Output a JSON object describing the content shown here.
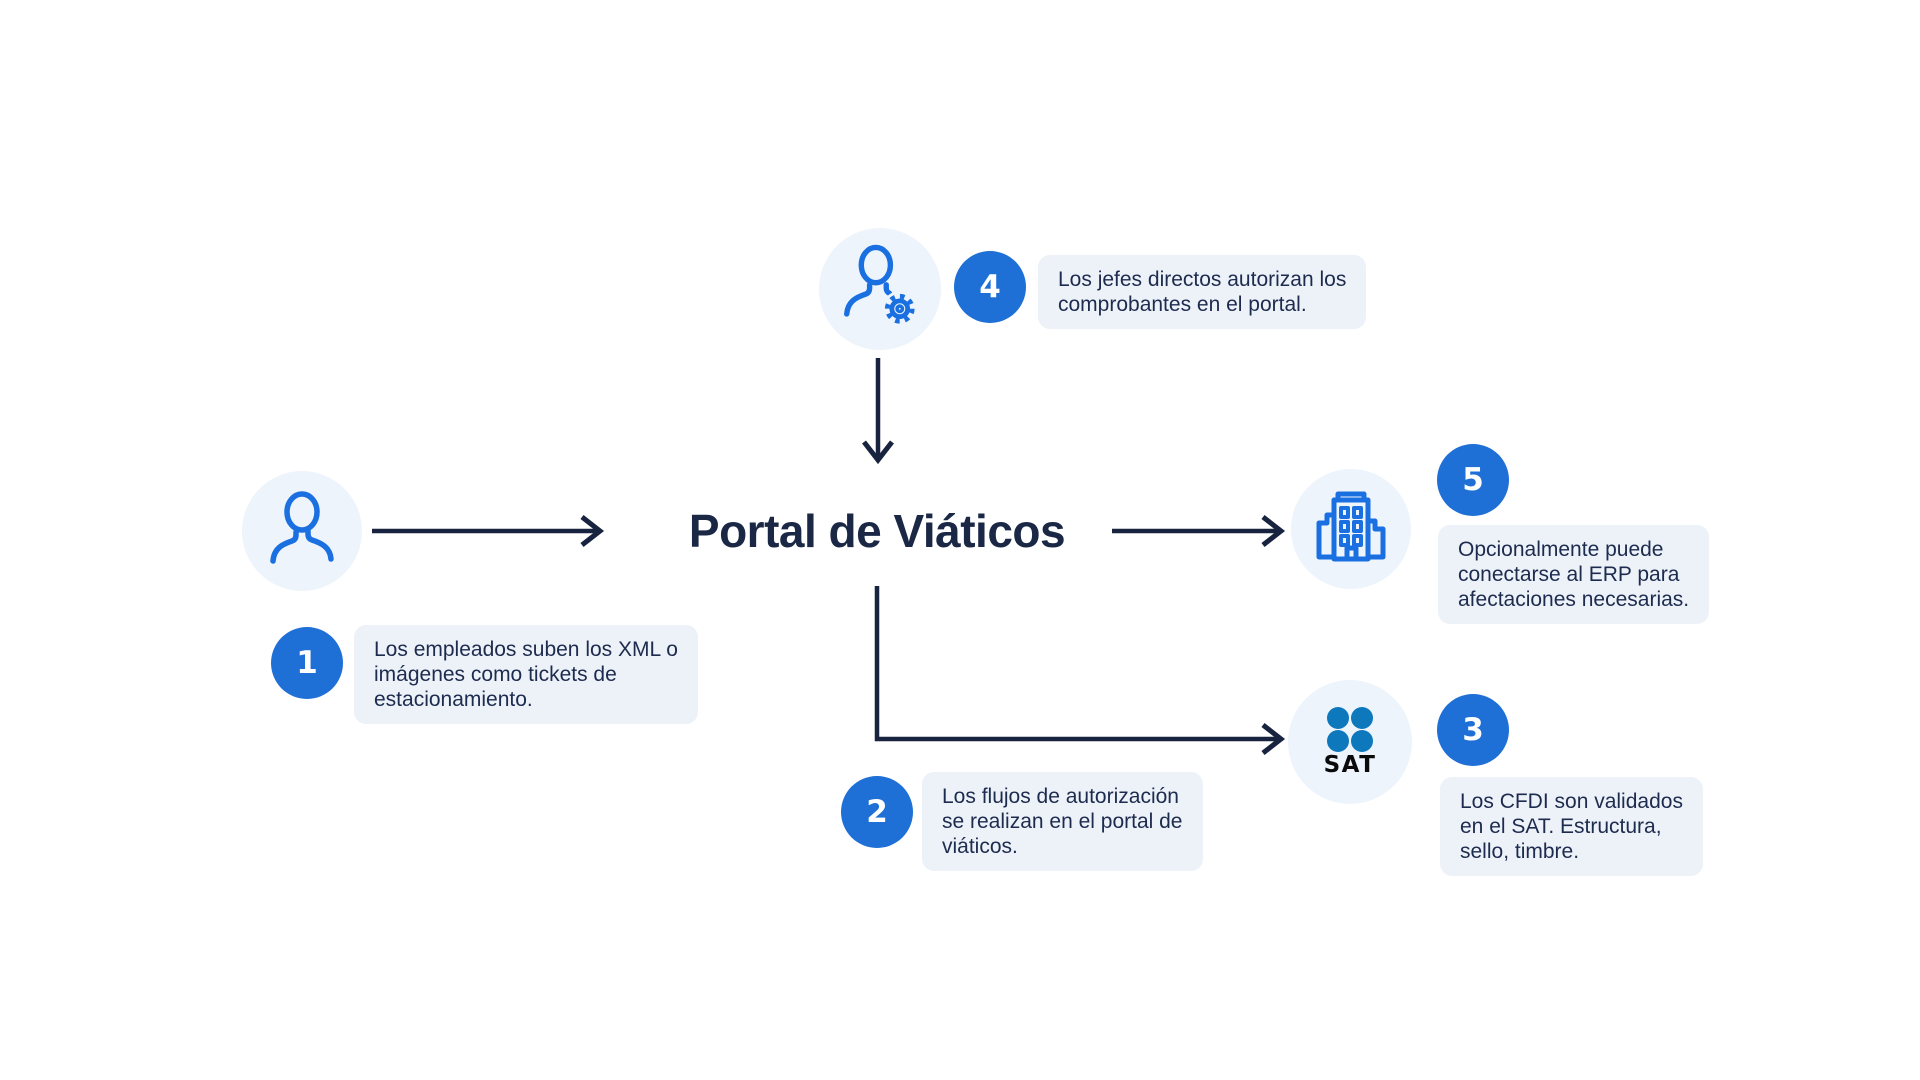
{
  "title": "Portal de Viáticos",
  "colors": {
    "badge_blue": "#1e6fd6",
    "icon_blue": "#1a70e0",
    "navy_text": "#1d2b4e",
    "title_navy": "#1a2745",
    "arrow_navy": "#17233f",
    "node_circle_bg": "#eef4fc",
    "box_bg": "#edf2f9",
    "sat_logo_blue": "#0e78bd",
    "sat_logo_black": "#0b0b0b"
  },
  "nodes": {
    "employee": {
      "icon": "person-icon"
    },
    "manager": {
      "icon": "person-gear-icon"
    },
    "erp": {
      "icon": "building-icon"
    },
    "sat": {
      "icon": "sat-logo",
      "label": "SAT"
    }
  },
  "steps": [
    {
      "number": "1",
      "lines": [
        "Los empleados suben los XML o",
        "imágenes como tickets de",
        "estacionamiento."
      ]
    },
    {
      "number": "2",
      "lines": [
        "Los flujos de autorización",
        "se realizan en el portal de",
        "viáticos."
      ]
    },
    {
      "number": "3",
      "lines": [
        "Los CFDI son validados",
        "en el SAT. Estructura,",
        "sello, timbre."
      ]
    },
    {
      "number": "4",
      "lines": [
        "Los jefes directos autorizan los",
        "comprobantes en el portal."
      ]
    },
    {
      "number": "5",
      "lines": [
        "Opcionalmente puede",
        "conectarse al ERP para",
        "afectaciones necesarias."
      ]
    }
  ]
}
